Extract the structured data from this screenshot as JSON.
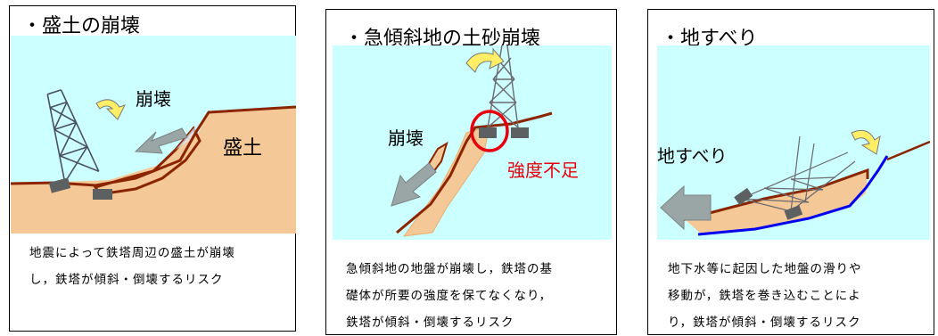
{
  "panels": [
    {
      "title": "・盛土の崩壊",
      "labels": {
        "collapse": "崩壊",
        "embankment": "盛土"
      },
      "caption": [
        "地震によって鉄塔周辺の盛土が崩壊",
        "し，鉄塔が傾斜・倒壊するリスク"
      ]
    },
    {
      "title": "・急傾斜地の土砂崩壊",
      "labels": {
        "collapse": "崩壊",
        "insufficient_strength": "強度不足"
      },
      "caption": [
        "急傾斜地の地盤が崩壊し，鉄塔の基",
        "礎体が所要の強度を保てなくなり，",
        "鉄塔が傾斜・倒壊するリスク"
      ]
    },
    {
      "title": "・地すべり",
      "labels": {
        "landslide": "地すべり"
      },
      "caption": [
        "地下水等に起因した地盤の滑りや",
        "移動が，鉄塔を巻き込むことによ",
        "り，鉄塔が傾斜・倒壊するリスク"
      ]
    }
  ],
  "colors": {
    "sky": "#ccffff",
    "soil": "#f5c897",
    "ground_line": "#8b2500",
    "arrow_gray": "#9aa6a6",
    "rotation_arrow": "#ffee66",
    "highlight_red": "#e8000d",
    "slip_line": "#0000ee"
  }
}
